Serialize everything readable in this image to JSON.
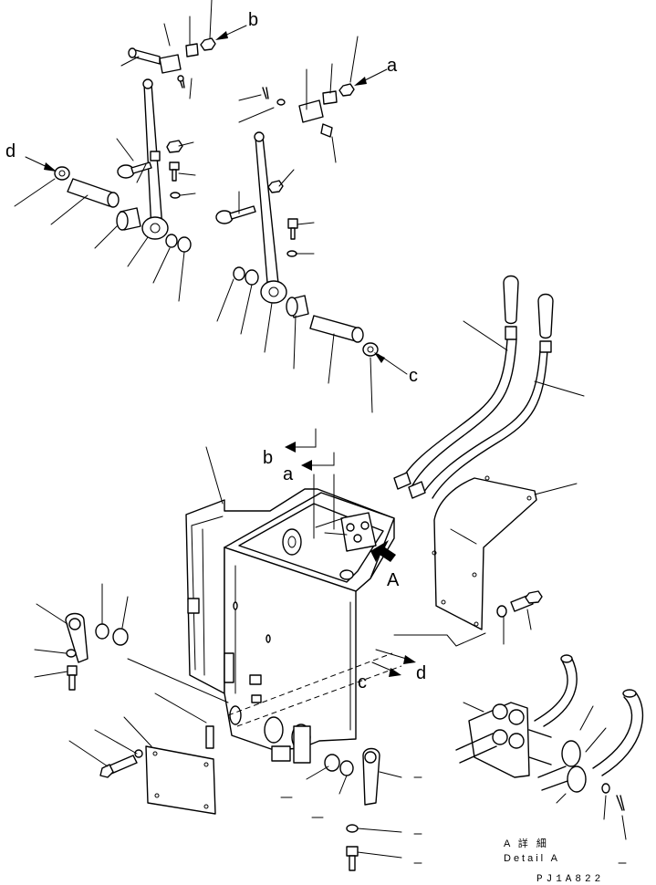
{
  "labels": {
    "a_top": "a",
    "b_top": "b",
    "c_right": "c",
    "d_left": "d",
    "b_mid": "b",
    "a_mid": "a",
    "c_mid": "c",
    "d_mid": "d",
    "view_A": "A"
  },
  "detail": {
    "jp": "A 詳 細",
    "en": "Detail A"
  },
  "drawing_id": "PJ1A822"
}
